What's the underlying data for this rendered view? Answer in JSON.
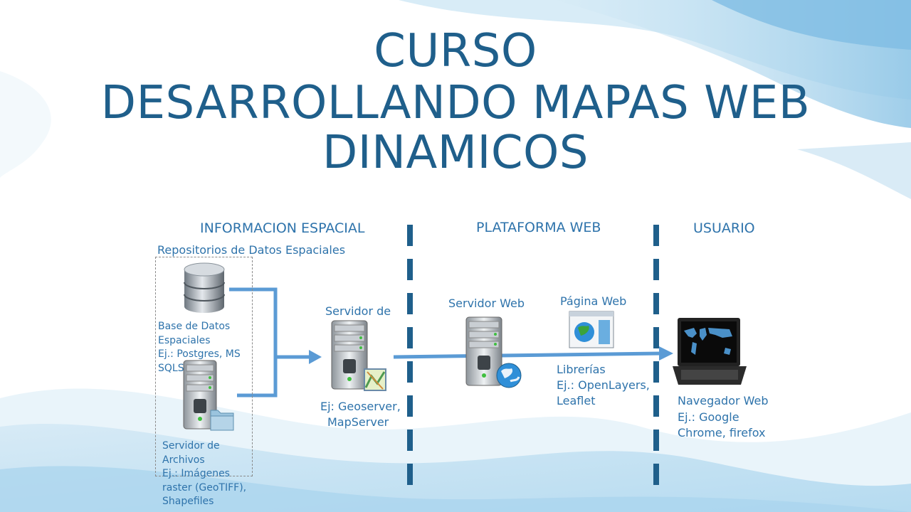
{
  "title": {
    "line1": "CURSO",
    "line2": "DESARROLLANDO MAPAS WEB",
    "line3": "DINAMICOS"
  },
  "sections": {
    "spatial": "INFORMACION ESPACIAL",
    "web": "PLATAFORMA WEB",
    "user": "USUARIO"
  },
  "repository": {
    "label": "Repositorios de Datos Espaciales",
    "database": {
      "label": "Base de Datos Espaciales",
      "example": "Ej.: Postgres, MS SQLS"
    },
    "fileserver": {
      "label": "Servidor de Archivos",
      "example": "Ej.: Imágenes raster (GeoTIFF), Shapefiles"
    }
  },
  "map_server": {
    "label": "Servidor de",
    "example": "Ej: Geoserver, MapServer"
  },
  "web_server": {
    "label": "Servidor Web"
  },
  "web_page": {
    "label": "Página Web",
    "libraries": "Librerías",
    "example": "Ej.: OpenLayers, Leaflet"
  },
  "browser": {
    "label": "Navegador Web",
    "example": "Ej.: Google Chrome, firefox"
  },
  "icons": [
    "database-icon",
    "file-server-icon",
    "map-server-icon",
    "web-server-icon",
    "web-page-icon",
    "laptop-icon",
    "folder-icon",
    "globe-icon"
  ],
  "colors": {
    "title": "#1f5f8b",
    "text": "#2e73ab",
    "arrow": "#5b9bd5",
    "divider": "#1f5f8b"
  }
}
